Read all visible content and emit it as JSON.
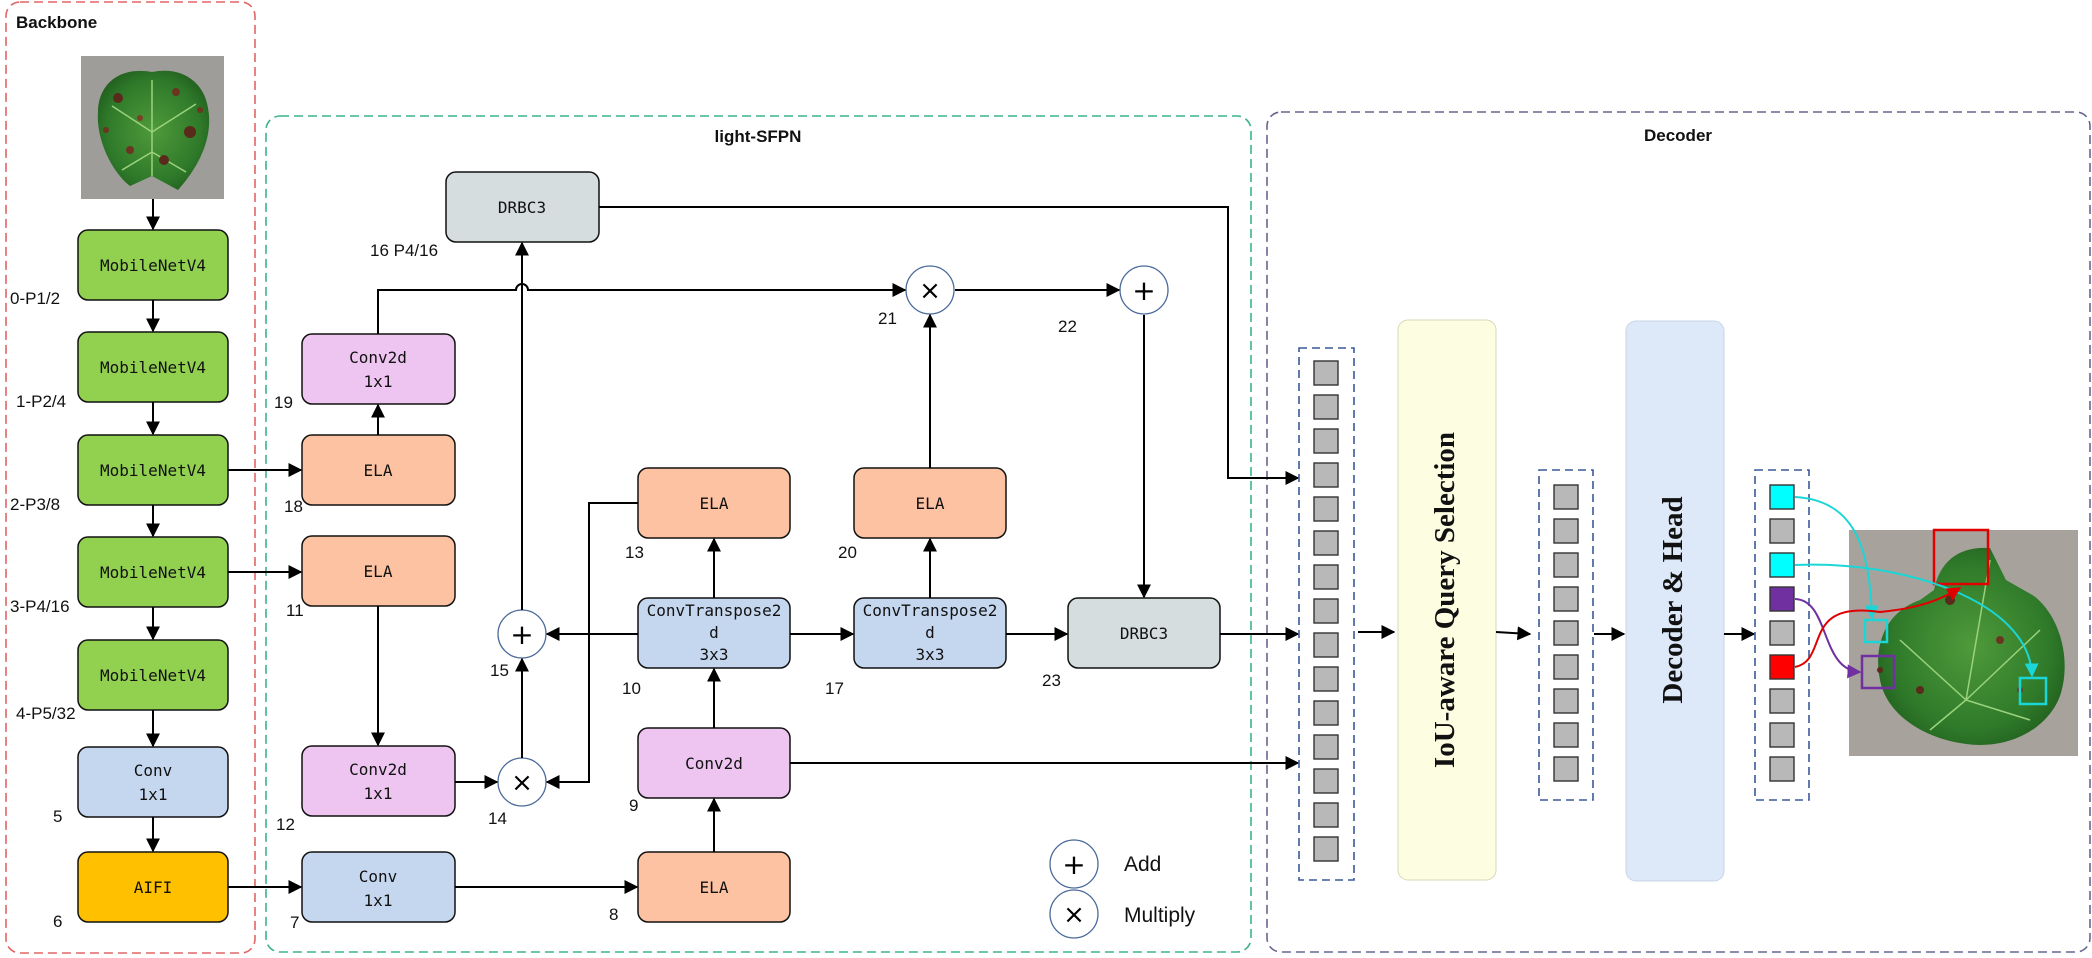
{
  "sections": {
    "backbone": "Backbone",
    "sfpn": "light-SFPN",
    "decoder": "Decoder"
  },
  "nodes": {
    "mnv4_0": "MobileNetV4",
    "mnv4_1": "MobileNetV4",
    "mnv4_2": "MobileNetV4",
    "mnv4_3": "MobileNetV4",
    "mnv4_4": "MobileNetV4",
    "conv5_a": "Conv",
    "conv5_b": "1x1",
    "aifi": "AIFI",
    "conv7_a": "Conv",
    "conv7_b": "1x1",
    "ela8": "ELA",
    "conv2d9": "Conv2d",
    "convt10_a": "ConvTranspose2",
    "convt10_b": "d",
    "convt10_c": "3x3",
    "ela11": "ELA",
    "conv2d12_a": "Conv2d",
    "conv2d12_b": "1x1",
    "ela13": "ELA",
    "drbc3_16": "DRBC3",
    "convt17_a": "ConvTranspose2",
    "convt17_b": "d",
    "convt17_c": "3x3",
    "ela18": "ELA",
    "conv2d19_a": "Conv2d",
    "conv2d19_b": "1x1",
    "ela20": "ELA",
    "drbc3_23": "DRBC3"
  },
  "labels": {
    "l0": "0-P1/2",
    "l1": "1-P2/4",
    "l2": "2-P3/8",
    "l3": "3-P4/16",
    "l4": "4-P5/32",
    "l5": "5",
    "l6": "6",
    "l7": "7",
    "l8": "8",
    "l9": "9",
    "l10": "10",
    "l11": "11",
    "l12": "12",
    "l13": "13",
    "l14": "14",
    "l15": "15",
    "l16": "16 P4/16",
    "l17": "17",
    "l18": "18",
    "l19": "19",
    "l20": "20",
    "l21": "21",
    "l22": "22",
    "l23": "23"
  },
  "ops": {
    "add_symbol": "+",
    "multiply_symbol": "×"
  },
  "legend": {
    "add": "Add",
    "multiply": "Multiply"
  },
  "decoder": {
    "query_selection": "IoU-aware Query Selection",
    "decoder_head": "Decoder & Head"
  },
  "colors": {
    "mobilenet": "#92d050",
    "conv": "#c5d7ef",
    "aifi": "#ffc000",
    "ela": "#fcc2a2",
    "conv2d": "#eec5f0",
    "drbc3": "#d6dddf",
    "query_panel": "#fdfde2",
    "head_panel": "#dde9f9",
    "token_gray": "#b8b8b8",
    "token_cyan": "#00ffff",
    "token_purple": "#7030a0",
    "token_red": "#ff0000",
    "backbone_border": "#e06666",
    "sfpn_border": "#3cb38a",
    "decoder_border": "#66668f"
  },
  "images": {
    "input": "grape-leaf-photo",
    "output": "grape-leaf-detections-photo"
  }
}
